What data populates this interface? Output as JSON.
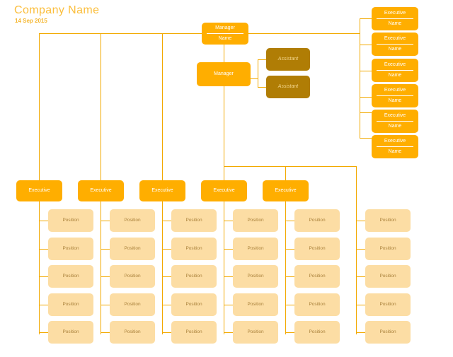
{
  "header": {
    "title": "Company Name",
    "date": "14 Sep 2015",
    "title_color": "#FBBE3C",
    "date_color": "#F5B731"
  },
  "theme": {
    "line_color": "#F2A900",
    "primary_fill": "#FFAE00",
    "primary_text": "#FFFFFF",
    "assistant_fill": "#B07D05",
    "assistant_text": "#F3D58A",
    "position_fill": "#FCDDA4",
    "position_text": "#A9803A"
  },
  "chart_data": {
    "type": "org-chart",
    "title": "Company Name",
    "date": "14 Sep 2015",
    "levels": [
      "Manager",
      "Manager",
      "Assistant",
      "Executive",
      "Position"
    ],
    "nodes": {
      "top_manager": {
        "role": "Manager",
        "name": "Name"
      },
      "second_manager": {
        "role": "Manager"
      },
      "assistants": [
        {
          "role": "Assistant"
        },
        {
          "role": "Assistant"
        }
      ],
      "right_executives": [
        {
          "role": "Executive",
          "name": "Name"
        },
        {
          "role": "Executive",
          "name": "Name"
        },
        {
          "role": "Executive",
          "name": "Name"
        },
        {
          "role": "Executive",
          "name": "Name"
        },
        {
          "role": "Executive",
          "name": "Name"
        },
        {
          "role": "Executive",
          "name": "Name"
        }
      ],
      "row_executives": [
        {
          "role": "Executive"
        },
        {
          "role": "Executive"
        },
        {
          "role": "Executive"
        },
        {
          "role": "Executive"
        },
        {
          "role": "Executive"
        }
      ],
      "position_columns": [
        {
          "positions": [
            "Position",
            "Position",
            "Position",
            "Position",
            "Position"
          ]
        },
        {
          "positions": [
            "Position",
            "Position",
            "Position",
            "Position",
            "Position"
          ]
        },
        {
          "positions": [
            "Position",
            "Position",
            "Position",
            "Position",
            "Position"
          ]
        },
        {
          "positions": [
            "Position",
            "Position",
            "Position",
            "Position",
            "Position"
          ]
        },
        {
          "positions": [
            "Position",
            "Position",
            "Position",
            "Position",
            "Position"
          ]
        },
        {
          "positions": [
            "Position",
            "Position",
            "Position",
            "Position",
            "Position"
          ]
        }
      ]
    }
  }
}
